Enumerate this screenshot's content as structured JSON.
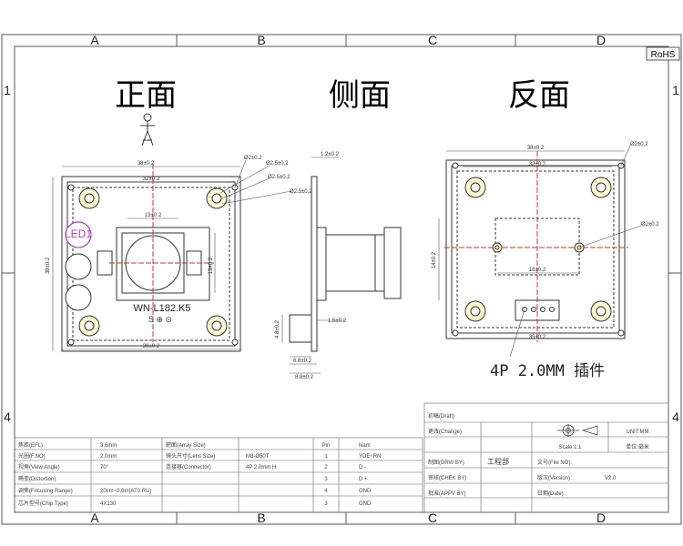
{
  "frame": {
    "columns": [
      "A",
      "B",
      "C",
      "D"
    ],
    "rows_left": [
      "1",
      "4"
    ],
    "rows_right": [
      "1",
      "4"
    ],
    "rohs": "RoHS"
  },
  "views": {
    "front": "正面",
    "side": "侧面",
    "back": "反面"
  },
  "front_view": {
    "width_outer": "38±0.2",
    "width_inner": "32±0.2",
    "height_outer": "38±0.2",
    "hole_dim_1": "Ø2±0.2",
    "hole_dim_2": "Ø2.5±0.2",
    "hole_dim_3": "Ø2.5±0.2",
    "hole_dim_4": "Ø2.5±0.2",
    "lens_width": "13±0.2",
    "lens_height": "13±0.2",
    "bottom_width": "38±0.2",
    "led_label": "LED1",
    "model": "WN-L182.K5",
    "pin_marks": "S ⊕ ⊝"
  },
  "side_view": {
    "top_dim": "1.2±0.2",
    "mid_dim": "1.5±0.2",
    "bottom_dim_1": "4.8±0.2",
    "bottom_dim_2": "6.8±0.2",
    "bottom_dim_3": "8.8±0.2"
  },
  "back_view": {
    "width_outer": "38±0.2",
    "width_inner": "32±0.2",
    "height": "14±0.2",
    "hole_dim_1": "Ø2±0.2",
    "hole_dim_2": "Ø2±0.2",
    "hole_spacing": "18±0.2",
    "bottom_dim": "35±0.2",
    "connector_note": "4P  2.0MM 插件"
  },
  "spec_table": {
    "rows": [
      [
        "焦距(EFL)",
        "3.6mm",
        "靶面(Array Size)",
        ""
      ],
      [
        "光圈(F.NO)",
        "2.0mm",
        "镜头尺寸(Lens Size)",
        "M8-Ø50T"
      ],
      [
        "视角(View Angle)",
        "70°",
        "连接器(Connector)",
        "4P 2.0mm H"
      ],
      [
        "畸变(Distortion)",
        "",
        "",
        ""
      ],
      [
        "调焦(Focusing Range)",
        "20cm~0.6m(AT0.RU)",
        "",
        ""
      ],
      [
        "芯片型号(Chip Type)",
        "4X130",
        "",
        ""
      ]
    ],
    "pin_header": [
      "Pin",
      "Nam"
    ],
    "pins": [
      [
        "1",
        "YDE~RN"
      ],
      [
        "2",
        "D -"
      ],
      [
        "3",
        "D +"
      ],
      [
        "4",
        "GND"
      ],
      [
        "3",
        "GND"
      ]
    ]
  },
  "title_block": {
    "draft": "初稿(Draft)",
    "change": "更改(Change)",
    "drw_by": "制图(DRW BY)",
    "dept": "工程部",
    "chek_by": "审核(CHEK BY)",
    "appv_by": "批准(APPV BY)",
    "unit_label": "UNIT:MM",
    "scale": "Scale:1:1",
    "unit_cn": "单位:毫米",
    "file_no": "文号(File NO):",
    "version_label": "版次(Version):",
    "version": "V2.0",
    "date": "日期(Date):"
  }
}
